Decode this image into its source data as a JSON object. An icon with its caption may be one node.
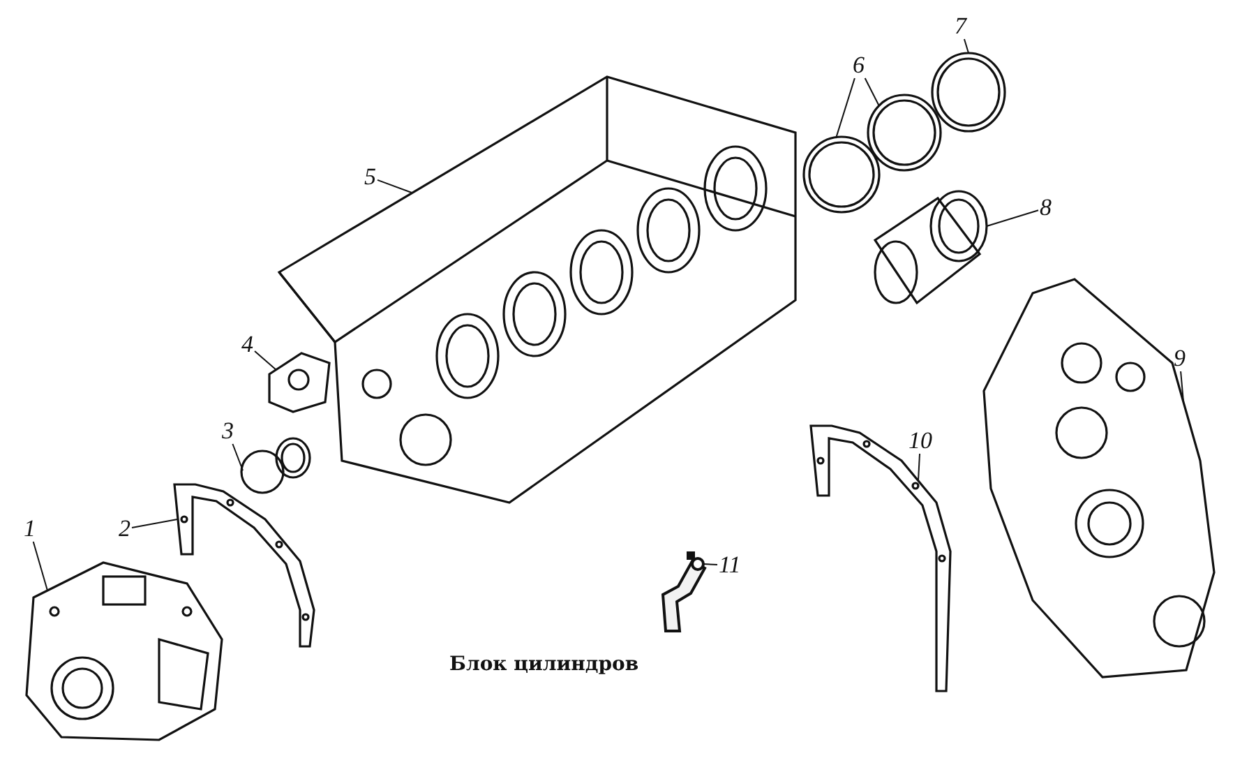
{
  "diagram": {
    "caption": "Блок цилиндров",
    "nodes": [
      {
        "text": [
          "1"
        ]
      },
      {
        "text": [],
        "shape": "picture"
      },
      {
        "text": [
          "2"
        ]
      },
      {
        "text": [],
        "shape": "picture"
      },
      {
        "text": [
          "3"
        ]
      },
      {
        "text": [],
        "shape": "picture"
      },
      {
        "text": [
          "4"
        ]
      },
      {
        "text": [],
        "shape": "picture"
      },
      {
        "text": [
          "5"
        ]
      },
      {
        "text": [],
        "shape": "picture"
      },
      {
        "text": [
          "6"
        ]
      },
      {
        "text": [],
        "shape": "picture"
      },
      {
        "text": [],
        "shape": "picture"
      },
      {
        "text": [
          "7"
        ]
      },
      {
        "text": [],
        "shape": "picture"
      },
      {
        "text": [
          "8"
        ]
      },
      {
        "text": [],
        "shape": "picture"
      },
      {
        "text": [
          "9"
        ]
      },
      {
        "text": [],
        "shape": "picture"
      },
      {
        "text": [
          "10"
        ]
      },
      {
        "text": [],
        "shape": "picture"
      },
      {
        "text": [
          "11"
        ]
      },
      {
        "text": [],
        "shape": "picture"
      }
    ],
    "edges": [
      {
        "from": 0,
        "to": 1,
        "arrow": "none"
      },
      {
        "from": 2,
        "to": 3,
        "arrow": "none"
      },
      {
        "from": 4,
        "to": 5,
        "arrow": "none"
      },
      {
        "from": 6,
        "to": 7,
        "arrow": "none"
      },
      {
        "from": 8,
        "to": 9,
        "arrow": "none"
      },
      {
        "from": 10,
        "to": 11,
        "arrow": "none"
      },
      {
        "from": 10,
        "to": 12,
        "arrow": "none"
      },
      {
        "from": 13,
        "to": 14,
        "arrow": "none"
      },
      {
        "from": 15,
        "to": 16,
        "arrow": "none"
      },
      {
        "from": 17,
        "to": 18,
        "arrow": "none"
      },
      {
        "from": 19,
        "to": 20,
        "arrow": "none"
      },
      {
        "from": 21,
        "to": 22,
        "arrow": "none"
      }
    ]
  }
}
